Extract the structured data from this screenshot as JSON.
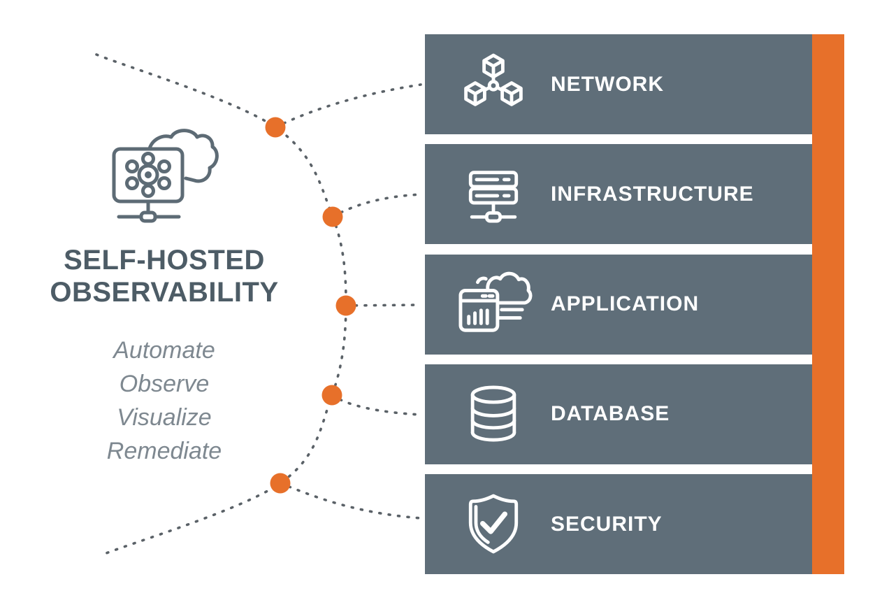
{
  "diagram": {
    "title_line1": "SELF-HOSTED",
    "title_line2": "OBSERVABILITY",
    "subtitle_words": [
      "Automate",
      "Observe",
      "Visualize",
      "Remediate"
    ],
    "center_icon": "observability-monitor-cloud-icon"
  },
  "categories": [
    {
      "label": "NETWORK",
      "icon": "network-nodes-icon"
    },
    {
      "label": "INFRASTRUCTURE",
      "icon": "server-stack-icon"
    },
    {
      "label": "APPLICATION",
      "icon": "app-window-cloud-icon"
    },
    {
      "label": "DATABASE",
      "icon": "database-cylinder-icon"
    },
    {
      "label": "SECURITY",
      "icon": "shield-check-icon"
    }
  ],
  "colors": {
    "accent_orange": "#E7702A",
    "bar_slate": "#5F6E79",
    "title_gray": "#4D5C66",
    "subtitle_gray": "#7E8890",
    "dotted_line_gray": "#5A6167",
    "center_icon_gray": "#5D6B75",
    "label_white": "#FFFFFF"
  }
}
